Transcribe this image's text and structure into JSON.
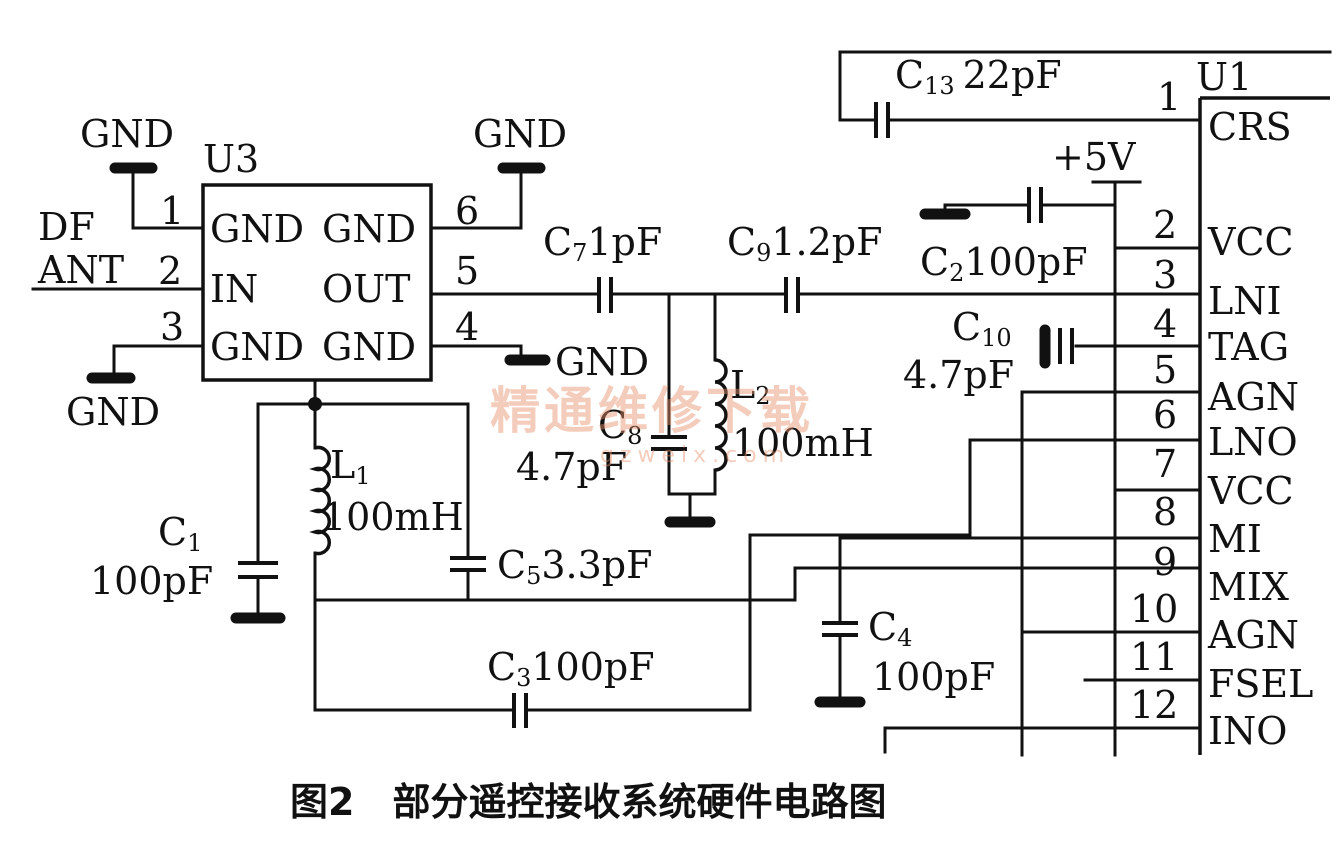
{
  "u3": {
    "ref": "U3",
    "pin_numbers": [
      "1",
      "2",
      "3",
      "6",
      "5",
      "4"
    ],
    "left_pins": [
      "GND",
      "IN",
      "GND"
    ],
    "right_pins": [
      "GND",
      "OUT",
      "GND"
    ]
  },
  "u1": {
    "ref": "U1",
    "pin_numbers": [
      "1",
      "2",
      "3",
      "4",
      "5",
      "6",
      "7",
      "8",
      "9",
      "10",
      "11",
      "12"
    ],
    "pin_names": [
      "CRS",
      "VCC",
      "LNI",
      "TAG",
      "AGN",
      "LNO",
      "VCC",
      "MI",
      "MIX",
      "AGN",
      "FSEL",
      "INO"
    ]
  },
  "antenna": {
    "line1": "DF",
    "line2": "ANT"
  },
  "gnd_label": "GND",
  "supply": "+5V",
  "components": {
    "c13": {
      "ref": "C",
      "sub": "13",
      "value": "22pF"
    },
    "c7": {
      "ref": "C",
      "sub": "7",
      "value": "1pF"
    },
    "c9": {
      "ref": "C",
      "sub": "9",
      "value": "1.2pF"
    },
    "c2": {
      "ref": "C",
      "sub": "2",
      "value": "100pF"
    },
    "c10": {
      "ref": "C",
      "sub": "10",
      "value": "4.7pF"
    },
    "c8": {
      "ref": "C",
      "sub": "8",
      "value": "4.7pF"
    },
    "l2": {
      "ref": "L",
      "sub": "2",
      "value": "100mH"
    },
    "l1": {
      "ref": "L",
      "sub": "1",
      "value": "100mH"
    },
    "c1": {
      "ref": "C",
      "sub": "1",
      "value": "100pF"
    },
    "c5": {
      "ref": "C",
      "sub": "5",
      "value": "3.3pF"
    },
    "c3": {
      "ref": "C",
      "sub": "3",
      "value": "100pF"
    },
    "c4": {
      "ref": "C",
      "sub": "4",
      "value": "100pF"
    }
  },
  "watermark": {
    "line1": "精通维修下载",
    "line2": "gzweix.com"
  },
  "caption": "图2　部分遥控接收系统硬件电路图"
}
